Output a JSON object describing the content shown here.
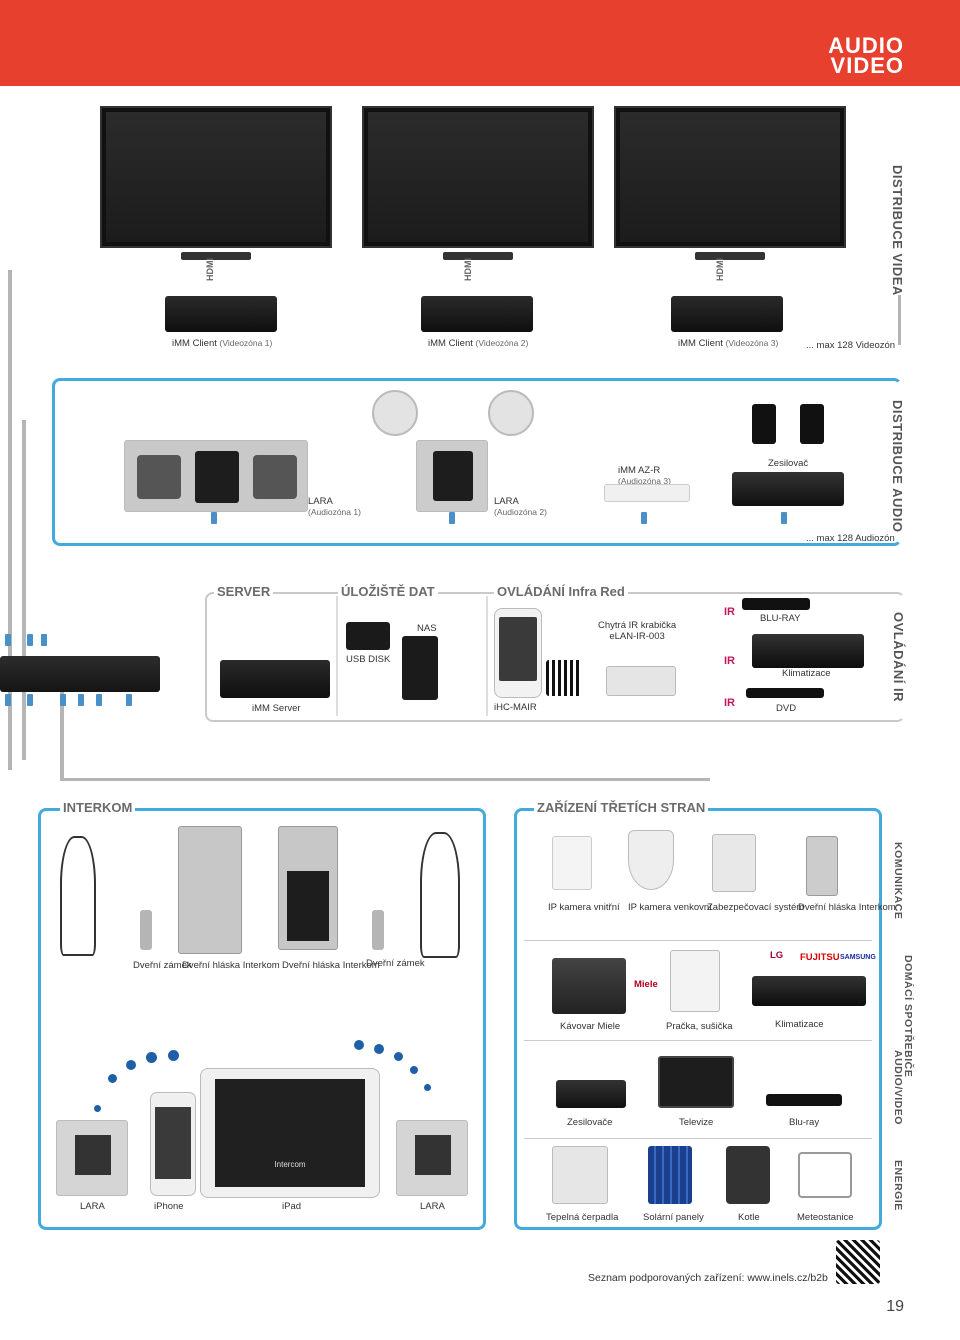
{
  "header": {
    "brand_line1": "AUDIO",
    "brand_line2": "VIDEO",
    "color": "#e8402f"
  },
  "video": {
    "side_title": "DISTRIBUCE VIDEA",
    "hdmi": "HDMI",
    "clients": [
      {
        "name": "iMM Client",
        "zone": "(Videozóna 1)"
      },
      {
        "name": "iMM Client",
        "zone": "(Videozóna 2)"
      },
      {
        "name": "iMM Client",
        "zone": "(Videozóna 3)"
      }
    ],
    "max": "... max 128 Videozón"
  },
  "audio": {
    "side_title": "DISTRIBUCE AUDIO",
    "lara1": {
      "name": "LARA",
      "zone": "(Audiozóna 1)"
    },
    "lara2": {
      "name": "LARA",
      "zone": "(Audiozóna 2)"
    },
    "azr": {
      "name": "iMM AZ-R",
      "zone": "(Audiozóna 3)"
    },
    "amp": "Zesilovač",
    "max": "... max 128 Audiozón"
  },
  "ir": {
    "side_title": "OVLÁDÁNÍ IR",
    "server_title": "SERVER",
    "storage_title": "ÚLOŽIŠTĚ DAT",
    "control_title": "OVLÁDÁNÍ Infra Red",
    "server": "iMM Server",
    "usb": "USB DISK",
    "nas": "NAS",
    "ihc": "iHC-MAIR",
    "irbox_line1": "Chytrá IR krabička",
    "irbox_line2": "eLAN-IR-003",
    "ir_tag": "IR",
    "bluray": "BLU-RAY",
    "clima": "Klimatizace",
    "dvd": "DVD"
  },
  "intercom": {
    "title": "INTERKOM",
    "lock1": "Dveřní zámek",
    "panel1": "Dveřní hláska Interkom",
    "panel2": "Dveřní hláska Interkom",
    "lock2": "Dveřní zámek",
    "lara_left": "LARA",
    "iphone": "iPhone",
    "ipad": "iPad",
    "lara_right": "LARA",
    "ipad_label": "Intercom"
  },
  "third": {
    "title": "ZAŘÍZENÍ TŘETÍCH STRAN",
    "cat_comm": "KOMUNIKACE",
    "cat_appl": "DOMÁCÍ SPOTŘEBIČE",
    "cat_av": "AUDIO/VIDEO",
    "cat_energy": "ENERGIE",
    "comm": [
      "IP kamera vnitřní",
      "IP kamera venkovní",
      "Zabezpečovací systém",
      "Dveřní hláska Interkom"
    ],
    "appl": [
      "Kávovar Miele",
      "Pračka, sušička",
      "Klimatizace"
    ],
    "av": [
      "Zesilovače",
      "Televize",
      "Blu-ray"
    ],
    "energy": [
      "Tepelná čerpadla",
      "Solární panely",
      "Kotle",
      "Meteostanice"
    ],
    "brands": [
      "Miele",
      "LG",
      "FUJITSU",
      "SAMSUNG"
    ]
  },
  "footer": {
    "note": "Seznam podporovaných zařízení: www.inels.cz/b2b",
    "page": "19"
  }
}
